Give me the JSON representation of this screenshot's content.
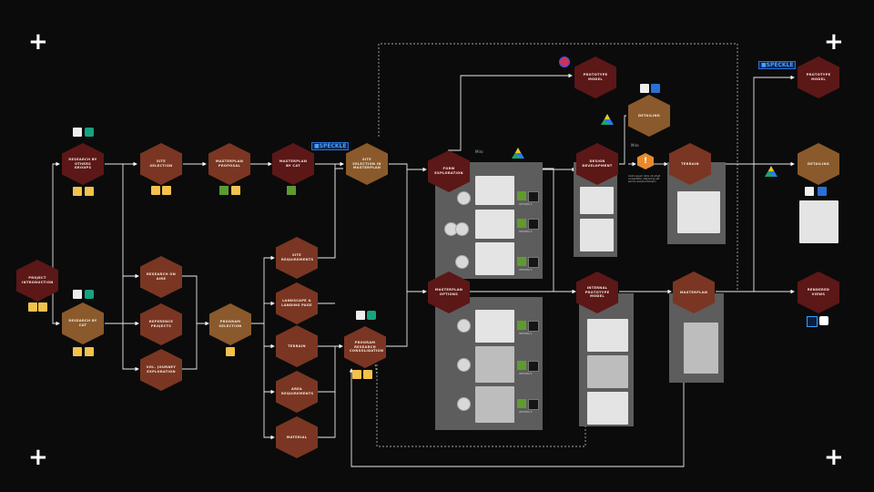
{
  "nodes": {
    "project_introduction": "PROJECT INTRODUCTION",
    "research_by_others": "RESEARCH BY OTHERS GROUPS",
    "research_by_cat": "RESEARCH BY CAT",
    "site_selection": "SITE SELECTION",
    "masterplan_proposal": "MASTERPLAN PROPOSAL",
    "masterplan_by_cat": "MASTERPLAN BY CAT",
    "site_selection_masterplan": "SITE SELECTION IN MASTERPLAN",
    "research_on_aire": "RESEARCH ON AIRE",
    "reference_projects": "REFERENCE PROJECTS",
    "volumetry_exploration": "VOL. JOURNEY EXPLORATION",
    "program_selection": "PROGRAM SELECTION",
    "site_requirements": "SITE REQUIREMENTS",
    "landscape_area": "LANDSCAPE & LANDING PAGE",
    "terrain": "TERRAIN",
    "area_requirements": "AREA REQUIREMENTS",
    "material": "MATERIAL",
    "program_research": "PROGRAM RESEARCH CONSOLIDATION",
    "form_exploration": "FORM EXPLORATION",
    "masterplan_options": "MASTERPLAN OPTIONS",
    "prototype_model_top": "PROTOTYPE MODEL",
    "detailing": "DETAILING",
    "design_development": "DESIGN DEVELOPMENT",
    "terrain_2": "TERRAIN",
    "internal_prototype": "INTERNAL PROTOTYPE MODEL",
    "masterplan_final": "MASTERPLAN",
    "prototype_model_right": "PROTOTYPE MODEL",
    "detailing_right": "DETAILING",
    "rendered_views": "RENDERED VIEWS"
  },
  "options": {
    "o1": "OPTION 1",
    "o2": "OPTION 2",
    "o3": "OPTION 3",
    "o4": "OPTION 1",
    "o5": "OPTION 2",
    "o6": "OPTION 3"
  },
  "badges": {
    "speckle_1": "■SPECKLE",
    "speckle_2": "■SPECKLE",
    "miro_1": "Miro",
    "miro_2": "Miro"
  },
  "note": "lorem ipsum dolor sit amet consectetur adipiscing elit sed do eiusmod tempor",
  "icons": {
    "doc": "document-icon",
    "folder": "folder-icon",
    "gpt": "chatgpt-icon",
    "grasshopper": "grasshopper-icon",
    "drive": "google-drive-icon",
    "photoshop": "photoshop-icon",
    "rhino": "rhino-icon",
    "blue": "app-icon"
  }
}
